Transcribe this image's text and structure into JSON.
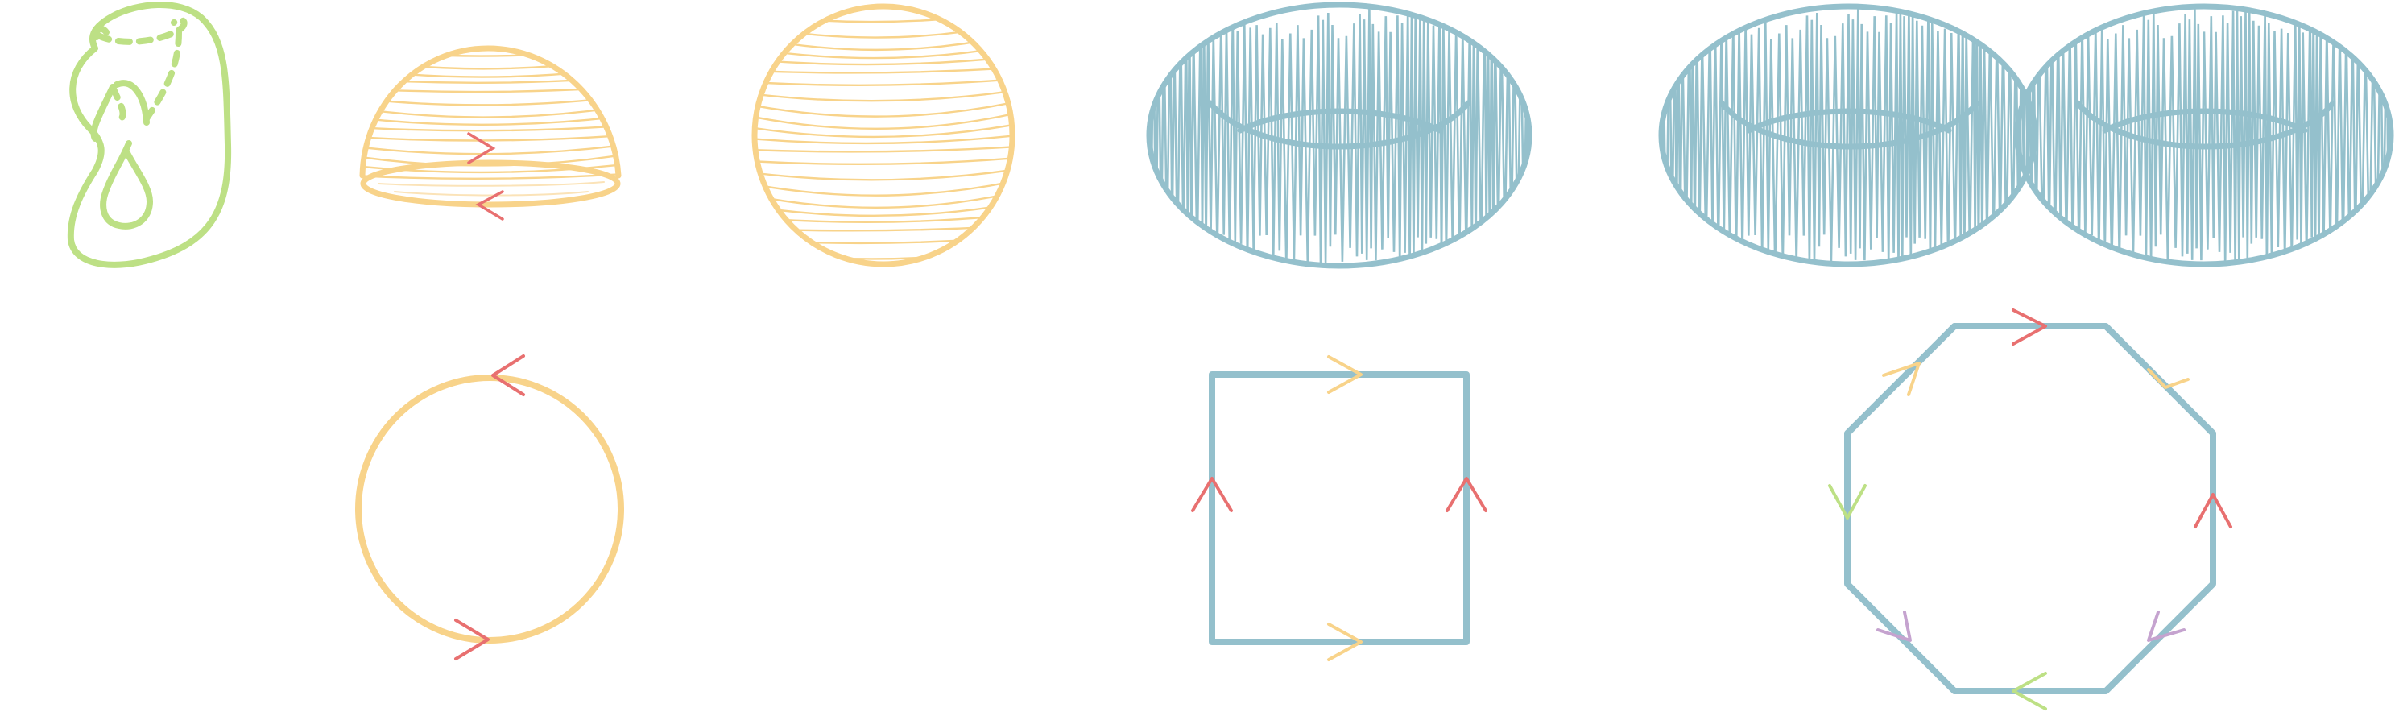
{
  "colors": {
    "green": "#bde085",
    "orange": "#f8d38a",
    "blue": "#94c0cc",
    "red": "#e87070",
    "purple": "#c5a3cf",
    "orange_light": "#fbe3b8"
  },
  "figures": [
    {
      "name": "klein-bottle-surface",
      "color": "green"
    },
    {
      "name": "hemisphere-surface",
      "color": "orange",
      "arrow_color": "red"
    },
    {
      "name": "sphere-surface",
      "color": "orange"
    },
    {
      "name": "torus-surface",
      "color": "blue"
    },
    {
      "name": "double-torus-surface",
      "color": "blue"
    },
    {
      "name": "circle-identification-polygon",
      "color": "orange",
      "edge_arrows": [
        "red",
        "red"
      ]
    },
    {
      "name": "square-identification-polygon",
      "color": "blue",
      "edge_arrows": [
        "orange",
        "red",
        "red",
        "orange"
      ]
    },
    {
      "name": "octagon-identification-polygon",
      "color": "blue",
      "edge_arrows": [
        "red",
        "orange",
        "orange",
        "red",
        "green",
        "purple",
        "purple",
        "green"
      ]
    }
  ]
}
